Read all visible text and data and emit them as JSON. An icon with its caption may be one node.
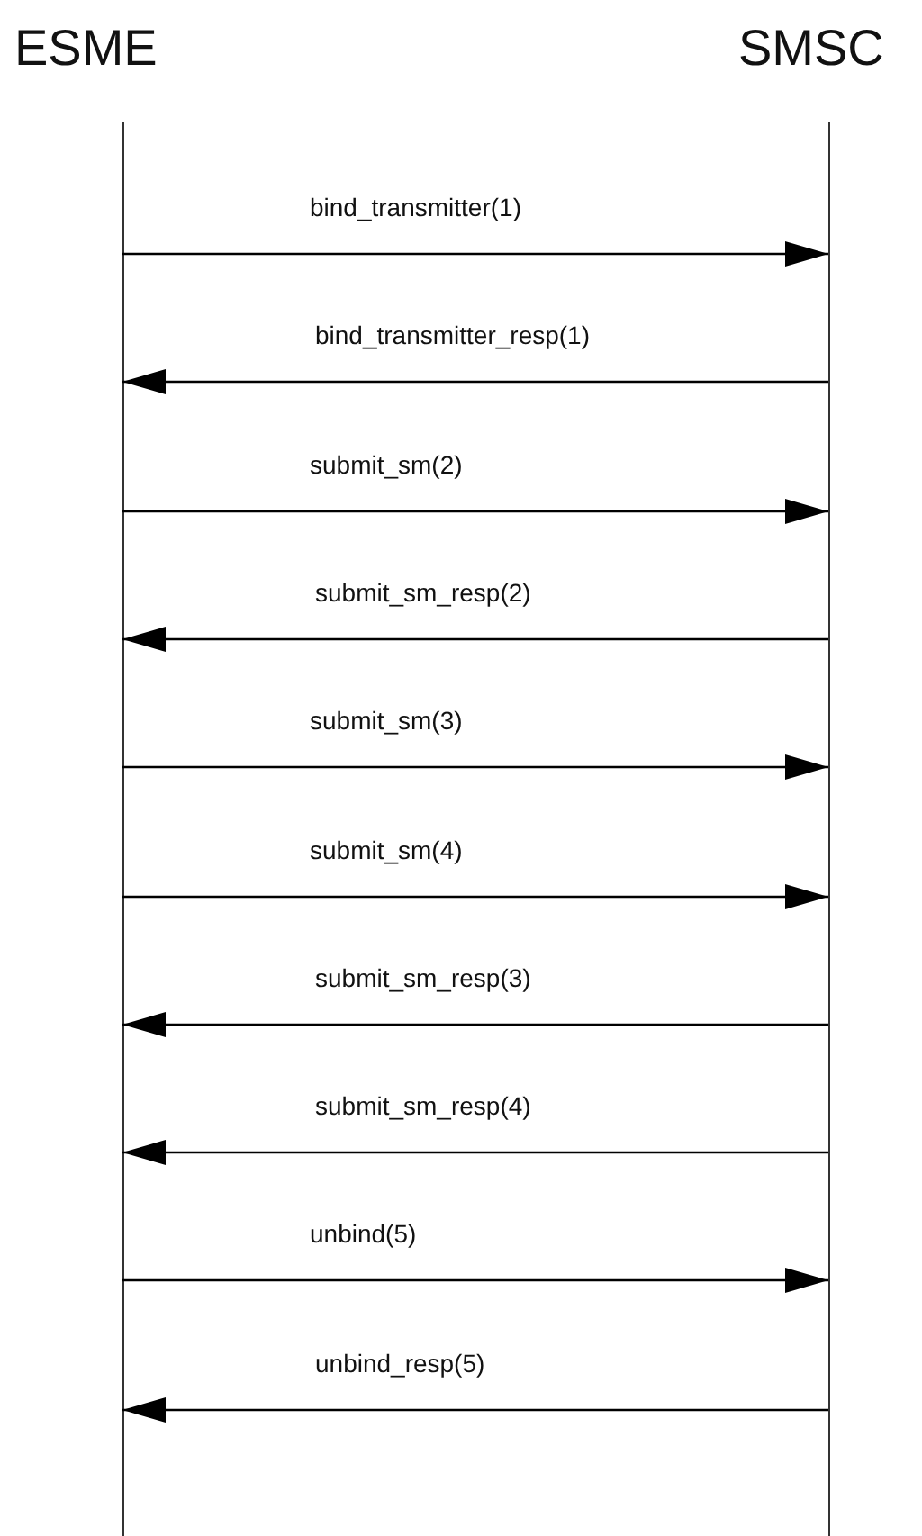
{
  "diagram": {
    "nodes": [
      {
        "text": [
          "ESME"
        ]
      },
      {
        "text": [
          "SMSC"
        ]
      }
    ],
    "edges": [
      {
        "from": 0,
        "to": 1,
        "arrow": "to",
        "label": "bind_transmitter(1)"
      },
      {
        "from": 1,
        "to": 0,
        "arrow": "to",
        "label": "bind_transmitter_resp(1)"
      },
      {
        "from": 0,
        "to": 1,
        "arrow": "to",
        "label": "submit_sm(2)"
      },
      {
        "from": 1,
        "to": 0,
        "arrow": "to",
        "label": "submit_sm_resp(2)"
      },
      {
        "from": 0,
        "to": 1,
        "arrow": "to",
        "label": "submit_sm(3)"
      },
      {
        "from": 0,
        "to": 1,
        "arrow": "to",
        "label": "submit_sm(4)"
      },
      {
        "from": 1,
        "to": 0,
        "arrow": "to",
        "label": "submit_sm_resp(3)"
      },
      {
        "from": 1,
        "to": 0,
        "arrow": "to",
        "label": "submit_sm_resp(4)"
      },
      {
        "from": 0,
        "to": 1,
        "arrow": "to",
        "label": "unbind(5)"
      },
      {
        "from": 1,
        "to": 0,
        "arrow": "to",
        "label": "unbind_resp(5)"
      }
    ]
  }
}
